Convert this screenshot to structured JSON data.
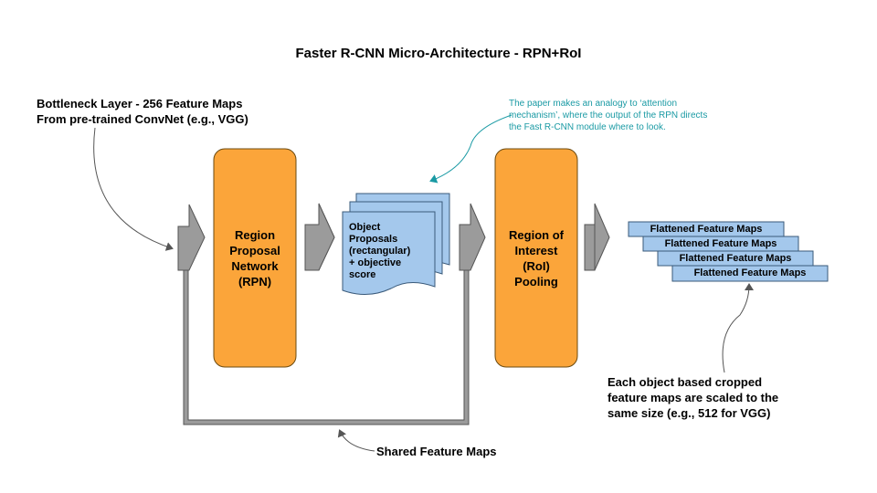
{
  "title": "Faster R-CNN Micro-Architecture - RPN+RoI",
  "bottleneck": {
    "line1": "Bottleneck Layer - 256 Feature Maps",
    "line2": "From pre-trained ConvNet (e.g., VGG)"
  },
  "rpn": {
    "lines": [
      "Region",
      "Proposal",
      "Network",
      "(RPN)"
    ]
  },
  "proposals": {
    "lines": [
      "Object",
      "Proposals",
      "(rectangular)",
      "+ objective",
      "score"
    ]
  },
  "roi": {
    "lines": [
      "Region of",
      "Interest",
      "(RoI)",
      "Pooling"
    ]
  },
  "attention_note": {
    "line1": "The paper makes an analogy to ‘attention",
    "line2": "mechanism’, where the output of the RPN directs",
    "line3": "the Fast R-CNN module where to look."
  },
  "flattened": {
    "items": [
      "Flattened Feature Maps",
      "Flattened Feature Maps",
      "Flattened Feature Maps",
      "Flattened Feature Maps"
    ]
  },
  "crop_note": {
    "line1": "Each object based cropped",
    "line2": "feature maps are scaled to the",
    "line3": "same size (e.g., 512 for VGG)"
  },
  "shared_label": "Shared Feature Maps",
  "colors": {
    "orange": "#fba53a",
    "orange_border": "#6b4a10",
    "blue": "#a4c8ec",
    "blue_border": "#3a5a7a",
    "arrow_gray": "#9b9b9b",
    "arrow_border": "#555555",
    "teal": "#1a9aa4"
  }
}
